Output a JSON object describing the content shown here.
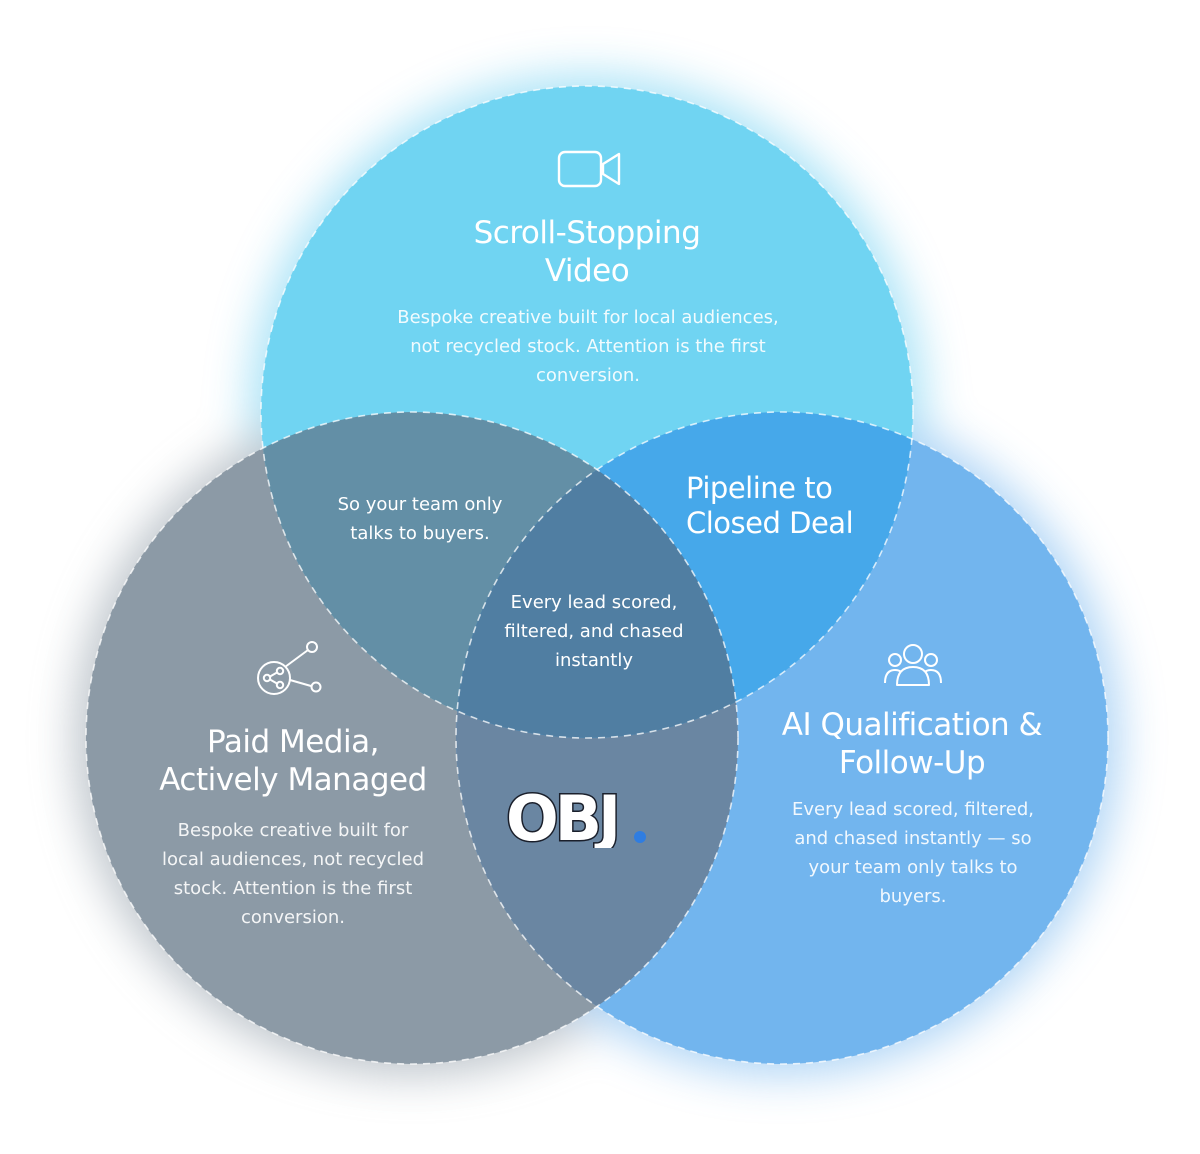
{
  "colors": {
    "video_circle": "#70d4f2",
    "paid_circle": "#8c9aa6",
    "ai_circle": "#72b5ee",
    "pipeline_overlap": "#46a8ea",
    "text": "#ffffff",
    "logo_dot": "#2f7de1"
  },
  "circles": {
    "video": {
      "icon": "video-camera-icon",
      "title": "Scroll-Stopping Video",
      "description": "Bespoke creative built for local audiences, not recycled stock. Attention is the first conversion."
    },
    "paid": {
      "icon": "network-share-icon",
      "title": "Paid Media, Actively Managed",
      "description": "Bespoke creative built for local audiences, not recycled stock. Attention is the first conversion."
    },
    "ai": {
      "icon": "users-group-icon",
      "title": "AI Qualification & Follow-Up",
      "description": "Every lead scored, filtered, and chased instantly — so your team only talks to buyers."
    }
  },
  "overlaps": {
    "video_paid": "So your team only talks to buyers.",
    "video_ai": "Pipeline to Closed Deal",
    "center": "Every lead scored, filtered, and chased instantly"
  },
  "logo": {
    "text": "OBJ"
  }
}
